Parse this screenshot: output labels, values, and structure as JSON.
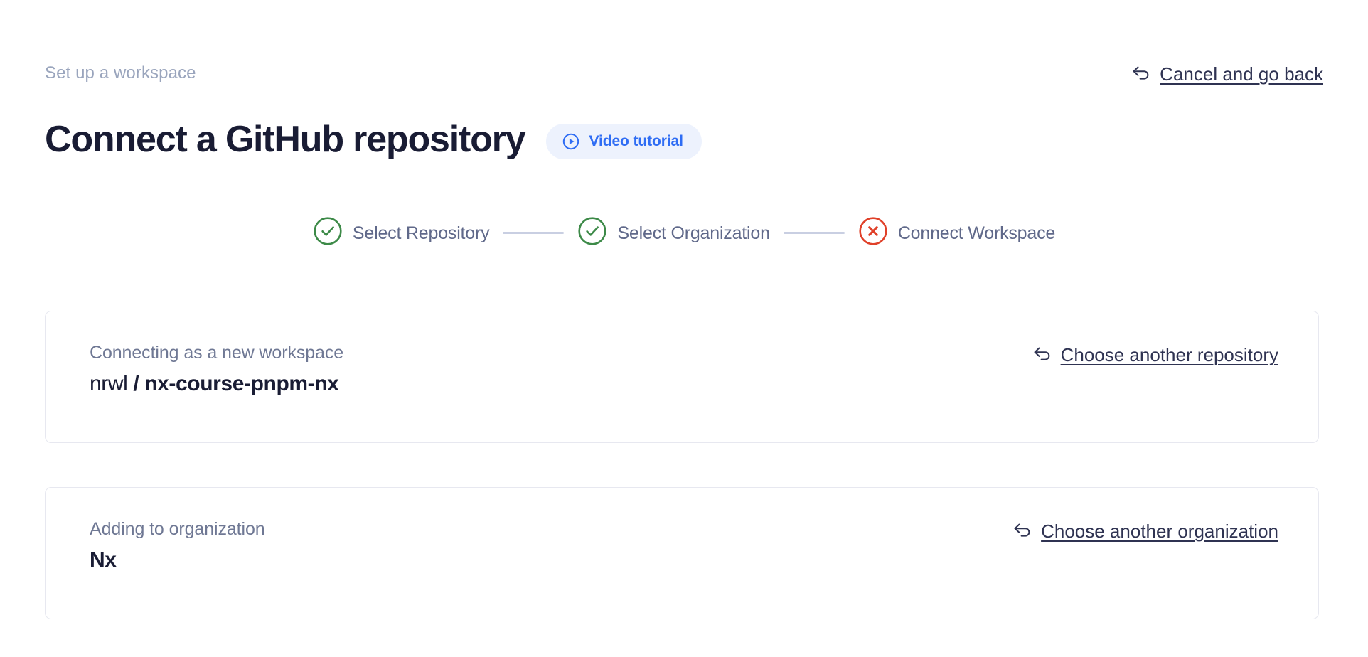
{
  "header": {
    "eyebrow": "Set up a workspace",
    "title": "Connect a GitHub repository",
    "video_tutorial_label": "Video tutorial",
    "video_tutorial_icon": "play-circle-icon",
    "cancel_label": "Cancel and go back",
    "cancel_icon": "back-arrow-icon"
  },
  "stepper": {
    "steps": [
      {
        "label": "Select Repository",
        "state": "complete",
        "icon": "check-circle-icon"
      },
      {
        "label": "Select Organization",
        "state": "complete",
        "icon": "check-circle-icon"
      },
      {
        "label": "Connect Workspace",
        "state": "error",
        "icon": "x-circle-icon"
      }
    ]
  },
  "cards": [
    {
      "caption": "Connecting as a new workspace",
      "owner": "nrwl",
      "separator": " / ",
      "name": "nx-course-pnpm-nx",
      "link_label": "Choose another repository",
      "link_icon": "back-arrow-icon"
    },
    {
      "caption": "Adding to organization",
      "value": "Nx",
      "link_label": "Choose another organization",
      "link_icon": "back-arrow-icon"
    }
  ],
  "colors": {
    "page_background": "#ffffff",
    "title": "#191c34",
    "eyebrow": "#9aa5bd",
    "accent_blue": "#2f6df4",
    "accent_blue_soft": "#edf2fd",
    "step_label": "#60698a",
    "step_complete": "#3d8a48",
    "step_error": "#e0412a",
    "connector": "#c9cfe2",
    "card_border": "#e7e8f0",
    "link_text": "#2f3352"
  }
}
